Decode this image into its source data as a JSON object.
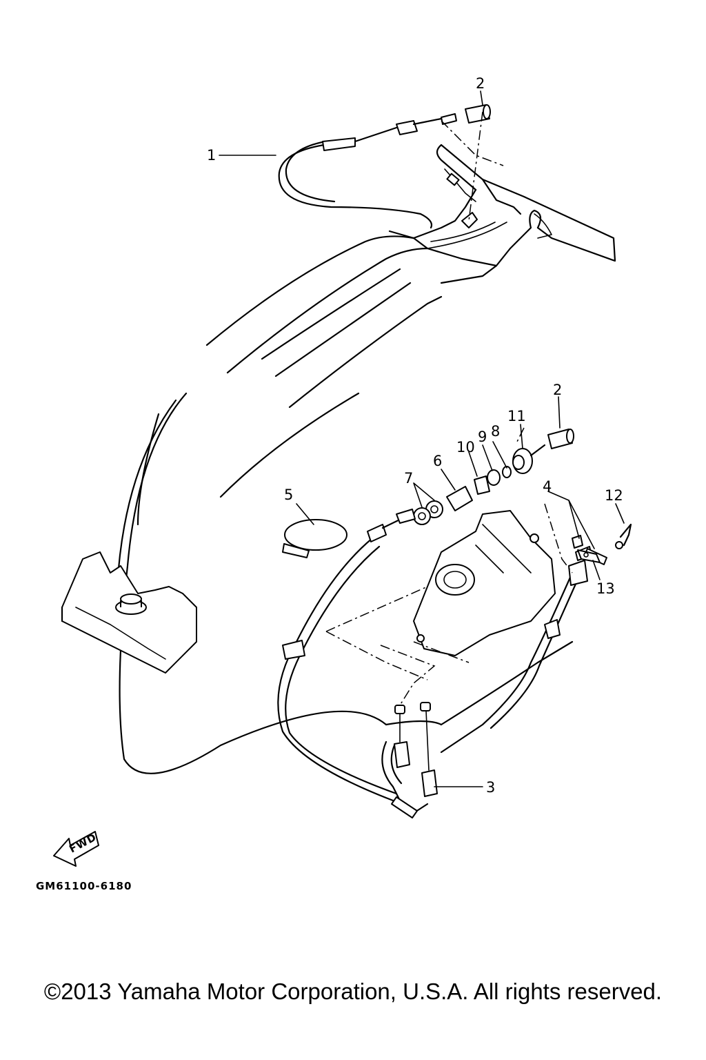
{
  "diagram": {
    "callouts": [
      "1",
      "2",
      "2",
      "3",
      "4",
      "5",
      "6",
      "7",
      "8",
      "9",
      "10",
      "11",
      "12",
      "13"
    ],
    "fwd_label": "FWD",
    "drawing_code": "GM61100-6180"
  },
  "footer": {
    "copyright": "©2013 Yamaha Motor Corporation, U.S.A. All rights reserved."
  }
}
